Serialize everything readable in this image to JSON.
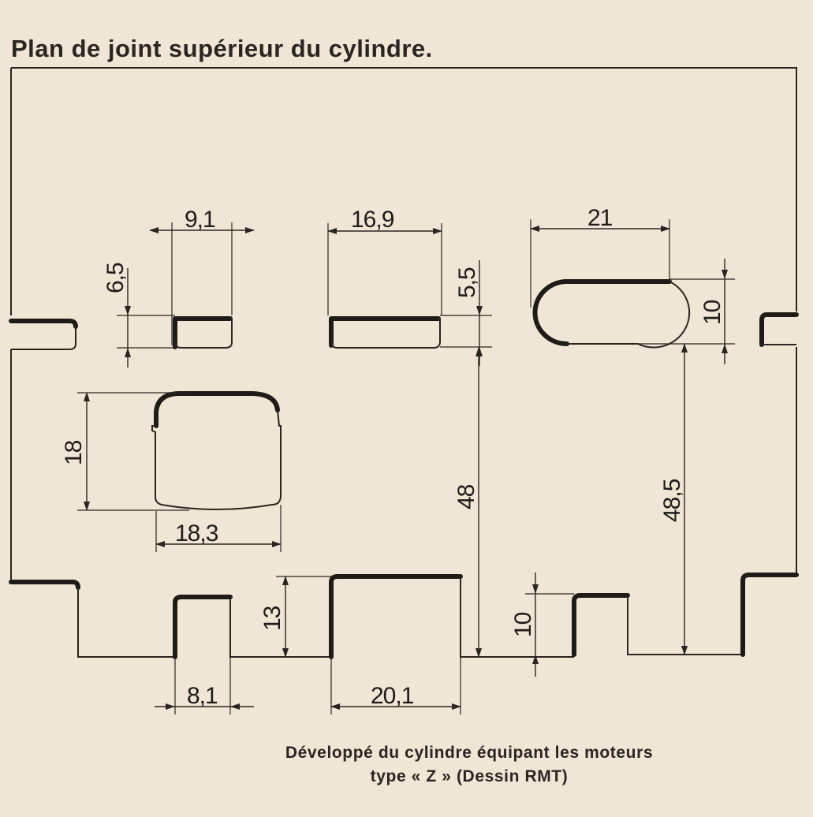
{
  "title": "Plan de joint supérieur du cylindre.",
  "caption": {
    "line1": "Développé du cylindre équipant les moteurs",
    "line2": "type « Z » (Dessin RMT)"
  },
  "dimensions": {
    "d_9_1": "9,1",
    "d_16_9": "16,9",
    "d_21": "21",
    "d_6_5": "6,5",
    "d_5_5": "5,5",
    "d_10_top": "10",
    "d_18": "18",
    "d_18_3": "18,3",
    "d_48": "48",
    "d_48_5": "48,5",
    "d_13": "13",
    "d_10_bottom": "10",
    "d_8_1": "8,1",
    "d_20_1": "20,1"
  }
}
